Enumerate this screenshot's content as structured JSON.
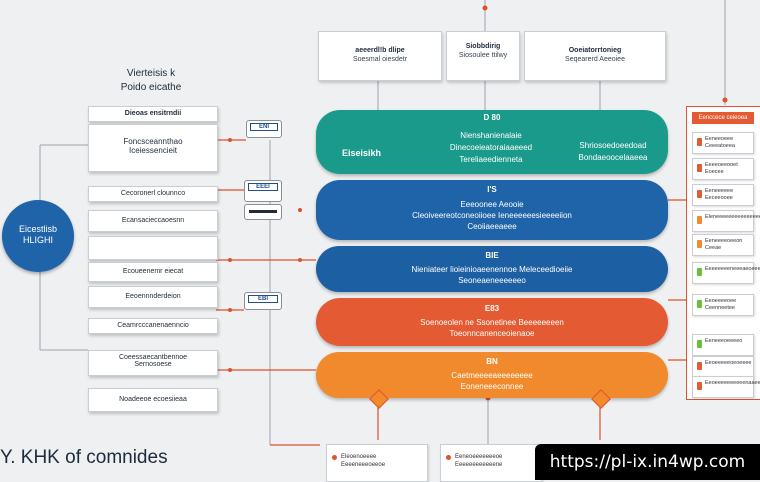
{
  "colors": {
    "teal": "#1a9a8a",
    "blue": "#1f63a8",
    "blue2": "#1c5fa3",
    "red": "#e35a33",
    "orange": "#f18a2c",
    "connector": "#e0502c"
  },
  "title_block": {
    "line1": "Vierteisis k",
    "line2": "Poido eicathe"
  },
  "bottom_left_caption": "Y. KHK of comnides",
  "watermark": "https://pl-ix.in4wp.com",
  "circle_node": {
    "line1": "Eicestlisb",
    "line2": "HLIGHI"
  },
  "top_cards": [
    {
      "line1": "aeeerdl!b dlipe",
      "line2": "Soesmal oiesdetr"
    },
    {
      "line1": "Siobbdirig",
      "line2": "Siosoulee ttilwy"
    },
    {
      "line1": "Ooeiatorrtonieg",
      "line2": "Seqearerd Aeeoiee"
    }
  ],
  "left_cards": [
    {
      "line1": "Dieoas ensitrndii",
      "line2": ""
    },
    {
      "line1": "Foncsceannthao",
      "line2": "Iceiessencieit"
    },
    {
      "line1": "Cecoronerl clounnco",
      "line2": ""
    },
    {
      "line1": "Ecansacieccaoesnn",
      "line2": ""
    },
    {
      "line1": "",
      "line2": ""
    },
    {
      "line1": "Ecoueenemr eiecat",
      "line2": ""
    },
    {
      "line1": "Eeoennnderdeion",
      "line2": ""
    },
    {
      "line1": "Ceamrcccanenaenncio",
      "line2": ""
    },
    {
      "line1": "Coeessaecantbennoe",
      "line2": "Sernosoese"
    },
    {
      "line1": "Noadeeoe ecoesiieaa",
      "line2": ""
    }
  ],
  "chips": [
    "ENI",
    "EEEI",
    "EBI"
  ],
  "bands": [
    {
      "tag": "D 80",
      "left": "Eiseisikh",
      "center1": "Nienshanienalaie",
      "center2": "Dinecoeieatoraiaaeeed",
      "center3": "Tereliaeedienneta",
      "right1": "Shriosoedoeedoad",
      "right2": "Bondaeoocelaaeea"
    },
    {
      "tag": "I'S",
      "center1": "Eeeoonee Aeooie",
      "center2": "Cleoiveereotconeoiioee Ieneeeeeesieeeeiion",
      "center3": "Ceoiiaeeaeee"
    },
    {
      "tag": "BIE",
      "center1": "Nieniateer lioieinioaeenennoe Meleceedioeiie",
      "center2": "Seoneaeneeeeeeo"
    },
    {
      "tag": "E83",
      "center1": "Soenoeolen ne  Ssonetinee Beeeeeeeen",
      "center2": "Toeonncanenceoienaoe"
    },
    {
      "tag": "BN",
      "center1": "Caetmeeeeaeeeeeeee",
      "center2": "Eoneneeeconnee"
    }
  ],
  "right_panel": {
    "header": "Eenccece ceieoea",
    "items": [
      "Eeneeoeee Ceeeatoeea",
      "Eeeeoeeooet Eoecee",
      "Eeneeeeee Eeceeooee",
      "Eleneeeeeeeeeeeeeeeee",
      "Eeneeeeoeeon Ceeae",
      "Eeeeeeeeneeeaeoeeeeee",
      "Eeoeeeeoee Ceenneetee",
      "Eeneeeoeeeeo",
      "Eeoeeeeeoeoeeee",
      "Eeoeeeeeeeeeenaaeeae"
    ]
  },
  "bottom_cards": [
    {
      "line1": "Eleoenoeeee",
      "line2": "Eeeeneeeoeeoe"
    },
    {
      "line1": "Eeneoeeeeeeeoe",
      "line2": "Eeeeeeeeeeeene"
    }
  ]
}
